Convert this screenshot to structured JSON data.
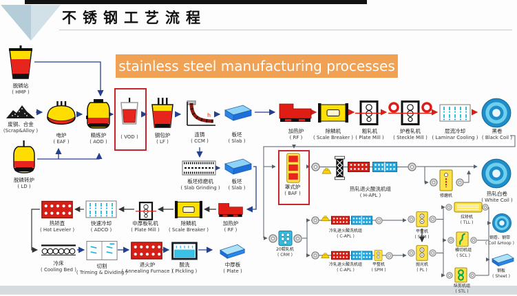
{
  "page": {
    "title": "不锈钢工艺流程",
    "banner": "stainless steel manufacturing processes"
  },
  "colors": {
    "highlight_box": "#c4262b",
    "banner_bg": "#f0a153",
    "furnace_red": "#d42016",
    "machine_yellow": "#ffe24a",
    "slab_blue": "#1e6fd8",
    "coil_blue": "#1f8ec8",
    "cyan_machine": "#35b9dd",
    "arrow_navy": "#24408e"
  },
  "nodes": {
    "hmp": {
      "zh": "脱磷站",
      "en": "( HMP )"
    },
    "scrap": {
      "zh": "废钢、合金",
      "en": "(Scrap&Alloy )"
    },
    "eaf": {
      "zh": "电炉",
      "en": "( EAF )"
    },
    "aod": {
      "zh": "精炼炉",
      "en": "( AOD )"
    },
    "vod": {
      "zh": "",
      "en": "( VOD )"
    },
    "lf": {
      "zh": "钢包炉",
      "en": "( LF )"
    },
    "ld": {
      "zh": "脱磷转炉",
      "en": "( LD )"
    },
    "ccm": {
      "zh": "连铸",
      "en": "( CCM )"
    },
    "slab1": {
      "zh": "板坯",
      "en": "( Slab )"
    },
    "slab_grinding": {
      "zh": "板坯修磨机",
      "en": "( Slab Grinding )"
    },
    "slab2": {
      "zh": "板坯",
      "en": "( Slab )"
    },
    "rf1": {
      "zh": "加热炉",
      "en": "( RF )"
    },
    "sb1": {
      "zh": "除鳞机",
      "en": "( Scale Breaker )"
    },
    "pm1": {
      "zh": "粗轧机",
      "en": "( Plate Mill )"
    },
    "steckle": {
      "zh": "炉卷轧机",
      "en": "( Steckle Mill )"
    },
    "laminar": {
      "zh": "层流冷却",
      "en": "( Laminar Cooling )"
    },
    "black_coil": {
      "zh": "黑卷",
      "en": "( Black Coil )"
    },
    "baf": {
      "zh": "罩式炉",
      "en": "( BAF )"
    },
    "hapl": {
      "zh": "热轧退火酸洗机组",
      "en": "( H-APL )"
    },
    "grinder": {
      "zh": "修磨机",
      "en": ""
    },
    "white_coil": {
      "zh": "热轧白卷",
      "en": "( White Coil )"
    },
    "rf2": {
      "zh": "加热炉",
      "en": "( RF )"
    },
    "sb2": {
      "zh": "除鳞机",
      "en": "( Scale Breaker )"
    },
    "pm2": {
      "zh": "中厚板轧机",
      "en": "( Plate Mill )"
    },
    "adco": {
      "zh": "快速冷却",
      "en": "( ADCO )"
    },
    "hot_leveler": {
      "zh": "热矫直",
      "en": "( Hot Leveler )"
    },
    "cooling_bed": {
      "zh": "冷床",
      "en": "( Cooling Bed )"
    },
    "triming": {
      "zh": "切割",
      "en": "( Triming & Dividing )"
    },
    "annealing": {
      "zh": "退火炉",
      "en": "( Annealing Furnace )"
    },
    "pickling": {
      "zh": "酸洗",
      "en": "( Pickling )"
    },
    "plate": {
      "zh": "中厚板",
      "en": "( Plate )"
    },
    "crm": {
      "zh": "20辊轧机",
      "en": "( CRM )"
    },
    "capl1": {
      "zh": "冷轧退火酸洗机组",
      "en": "( C-APL )"
    },
    "capl2": {
      "zh": "冷轧退火酸洗机组",
      "en": "( C-APL )"
    },
    "spm_small": {
      "zh": "平整机",
      "en": "( SPM )"
    },
    "spm": {
      "zh": "平整机",
      "en": "( SPM )"
    },
    "pl": {
      "zh": "抛光机",
      "en": "( PL )"
    },
    "tll": {
      "zh": "拉矫机",
      "en": "( TLL )"
    },
    "scl": {
      "zh": "横切机组",
      "en": "( SCL )"
    },
    "stl": {
      "zh": "纵剪机组",
      "en": "( STL )"
    },
    "coil_hoop": {
      "zh": "钢卷、钢带",
      "en": "( Coil &Hoop )"
    },
    "sheet": {
      "zh": "钢板",
      "en": "( Sheet )"
    }
  }
}
